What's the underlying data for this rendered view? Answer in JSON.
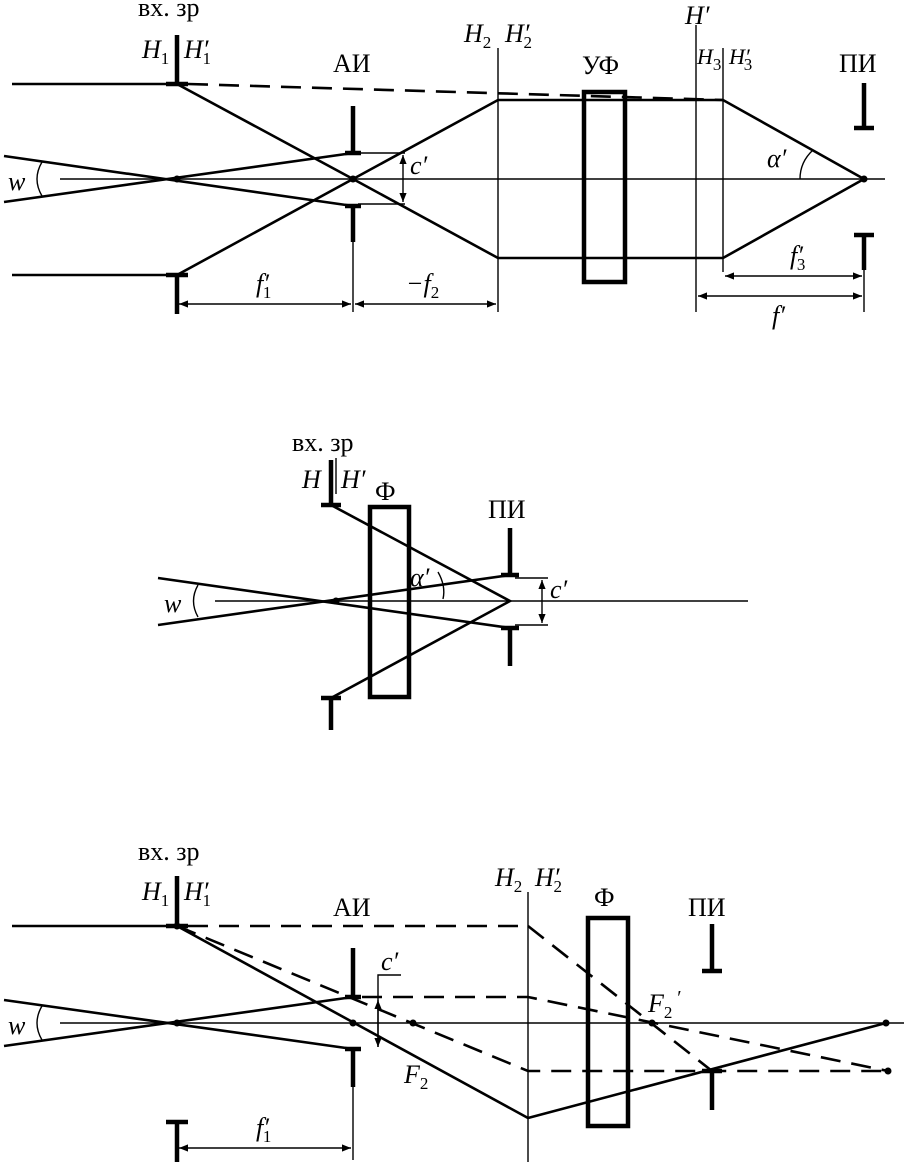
{
  "labels": {
    "entrance_pupil": "вх. зр",
    "aperture_image": "АИ",
    "afocal_filter": "УФ",
    "receiver": "ПИ",
    "filter": "Ф",
    "w": "w",
    "c": "c′",
    "alpha": "α′",
    "H": "H",
    "Hp": "H′",
    "sub1": "1",
    "sub2": "2",
    "sub3": "3",
    "f_prime": "f′",
    "minus_f": "−f",
    "F": "F",
    "F_prime": "F"
  }
}
